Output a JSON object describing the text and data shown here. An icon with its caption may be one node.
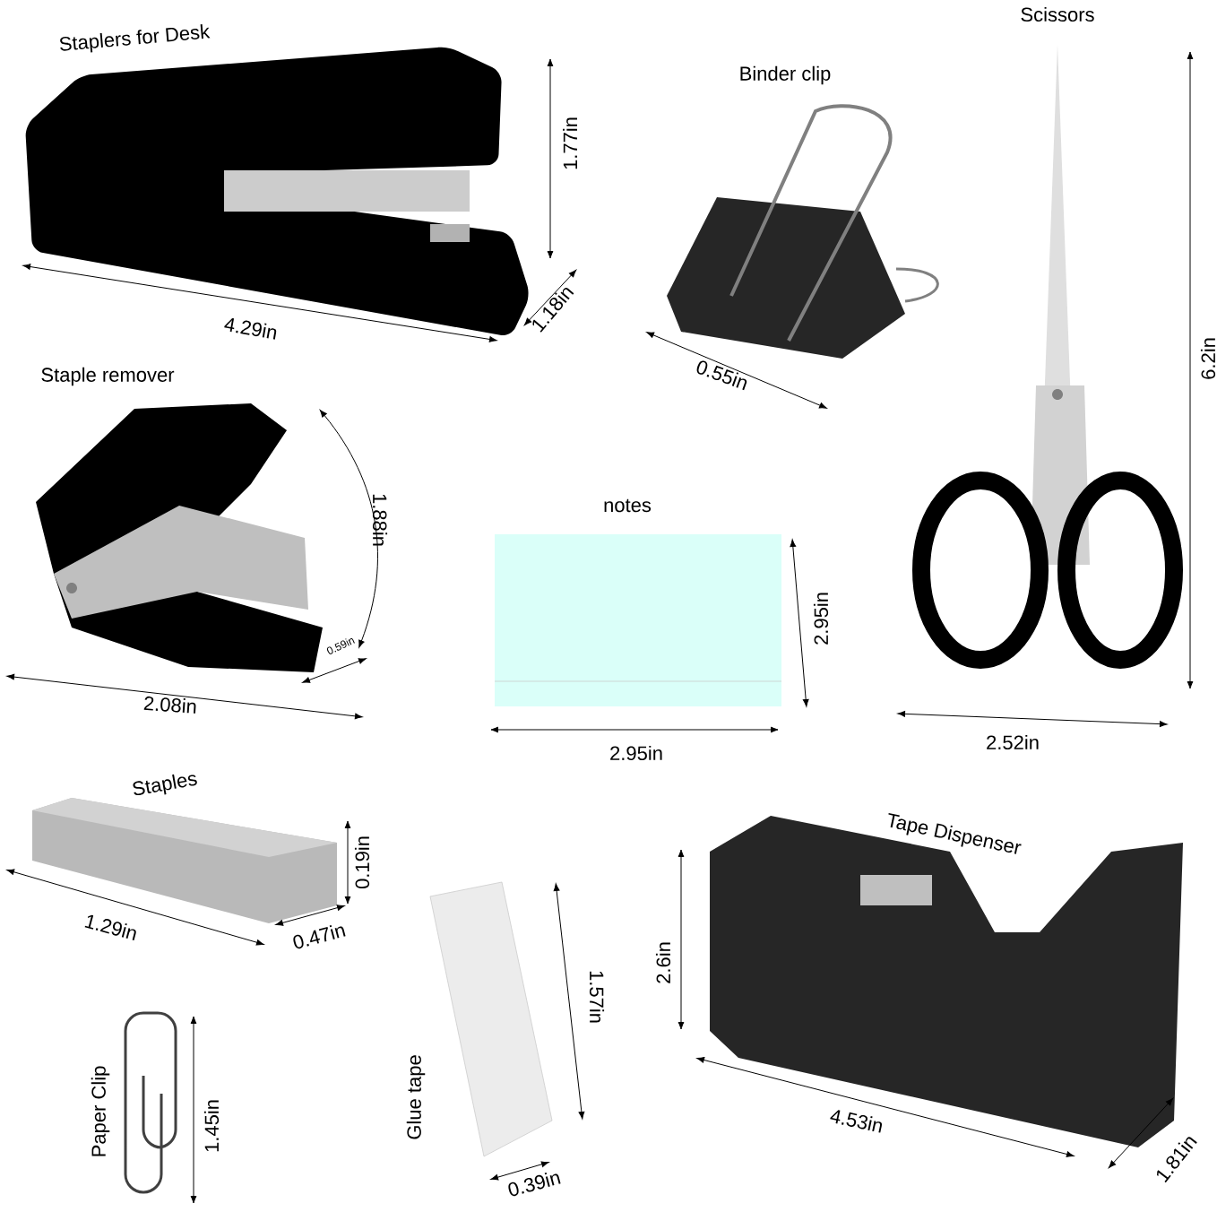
{
  "diagram": {
    "labels": [
      "Staplers for Desk",
      "1.77in",
      "1.18in",
      "4.29in",
      "Binder clip",
      "0.55in",
      "Scissors",
      "6.2in",
      "Staple remover",
      "1.88in",
      "0.59in",
      "2.08in",
      "notes",
      "2.95in",
      "2.95in",
      "2.52in",
      "Staples",
      "0.19in",
      "1.29in",
      "0.47in",
      "Tape Dispenser",
      "2.6in",
      "4.53in",
      "1.81in",
      "Glue tape",
      "1.57in",
      "0.39in",
      "Paper Clip",
      "1.45in"
    ]
  }
}
